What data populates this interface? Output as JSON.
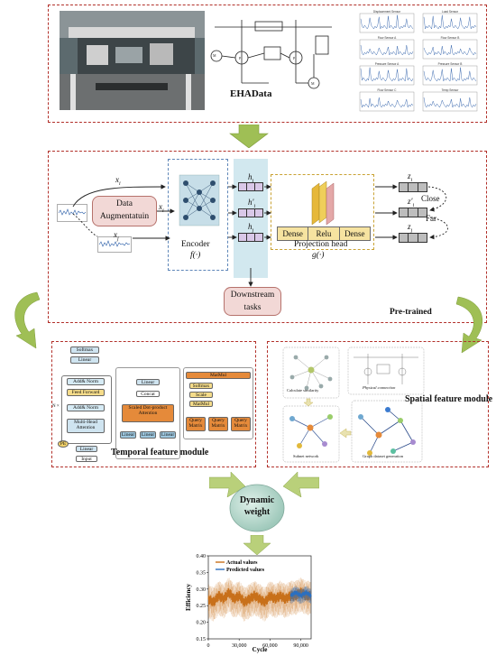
{
  "ehadata": {
    "title": "EHAData"
  },
  "sensor_plots": [
    "Displacement Sensor",
    "Load Sensor",
    "Flow Sensor A",
    "Flow Sensor B",
    "Pressure Sensor A",
    "Pressure Sensor B",
    "Flow Sensor C",
    "Temp Sensor"
  ],
  "pretrain": {
    "label": "Pre-trained",
    "data_aug": "Data Augmentatuin",
    "encoder": "Encoder",
    "encoder_fn": "f(·)",
    "proj_head": "Projection head",
    "proj_fn": "g(·)",
    "dense1": "Dense",
    "relu": "Relu",
    "dense2": "Dense",
    "downstream": "Downstream tasks",
    "x_top": "x",
    "x_top_sub": "i",
    "x_mid": "x",
    "x_mid_sub": "i",
    "x_bot": "x",
    "x_bot_sub": "j",
    "h1": "h",
    "h1_sub": "i",
    "h2": "h'",
    "h2_sub": "i",
    "h3": "h",
    "h3_sub": "j",
    "z1": "z",
    "z1_sub": "i",
    "z2": "z'",
    "z2_sub": "i",
    "z3": "z",
    "z3_sub": "j",
    "close": "Close",
    "far": "Far"
  },
  "temporal": {
    "title": "Temporal feature module",
    "softmax": "Softmax",
    "linear": "Linear",
    "addnorm1": "Add& Norm",
    "feed_forward": "Feed Forward",
    "addnorm2": "Add& Norm",
    "mha": "Multi-Head Attention",
    "nx": "N ×",
    "pe": "PE",
    "linear_in": "Linear",
    "input": "Input",
    "m_linear": "Linear",
    "m_concat": "Concat",
    "m_sdpa": "Scaled Dot-product Attention",
    "m_lin_a": "Linear",
    "m_lin_b": "Linear",
    "m_lin_c": "Linear",
    "r_matmul": "MatMul",
    "r_softmax": "Softmax",
    "r_scale": "Scale",
    "r_matmul2": "MatMul",
    "r_q1": "Query Matrix",
    "r_q2": "Query Matrix",
    "r_q3": "Query Matrix"
  },
  "spatial": {
    "title": "Spatial feature module",
    "cosine": "Calculate similarity",
    "physical": "Physical connection",
    "subnet": "Subnet network",
    "graph": "Graph dataset generation"
  },
  "dynamic": {
    "line1": "Dynamic",
    "line2": "weight"
  },
  "chart_data": {
    "type": "line",
    "xlabel": "Cycle",
    "ylabel": "Efficiency",
    "ylim": [
      0.15,
      0.4
    ],
    "xlim": [
      0,
      100000
    ],
    "yticks": [
      "0.40",
      "0.35",
      "0.30",
      "0.25",
      "0.20",
      "0.15"
    ],
    "xticks": [
      "0",
      "30,000",
      "60,000",
      "90,000"
    ],
    "series": [
      {
        "name": "Actual values",
        "color": "#c8701a",
        "x": [
          0,
          5000,
          10000,
          15000,
          20000,
          25000,
          30000,
          35000,
          40000,
          45000,
          50000,
          55000,
          60000,
          65000,
          70000,
          75000,
          80000,
          85000,
          90000,
          95000,
          100000
        ],
        "values": [
          0.27,
          0.26,
          0.28,
          0.27,
          0.29,
          0.27,
          0.28,
          0.26,
          0.27,
          0.28,
          0.27,
          0.26,
          0.28,
          0.27,
          0.28,
          0.27,
          0.28,
          0.28,
          0.29,
          0.28,
          0.28
        ]
      },
      {
        "name": "Predicted values",
        "color": "#2b6fbf",
        "x": [
          80000,
          85000,
          90000,
          95000,
          100000
        ],
        "values": [
          0.28,
          0.29,
          0.28,
          0.29,
          0.28
        ]
      }
    ]
  }
}
